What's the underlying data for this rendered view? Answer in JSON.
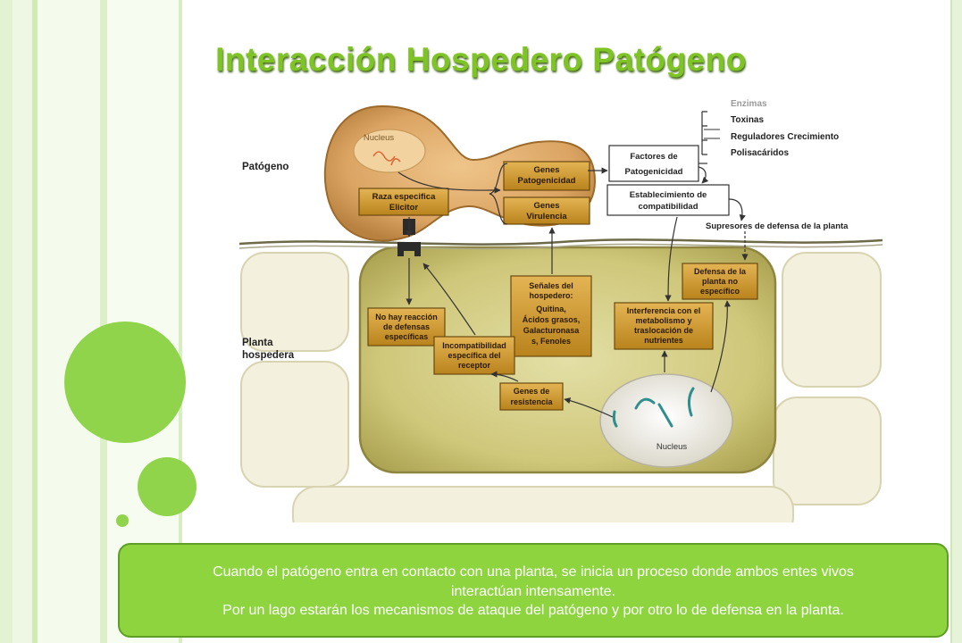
{
  "slide": {
    "title": "Interacción Hospedero Patógeno",
    "caption_lines": [
      "Cuando el patógeno entra en contacto con una planta, se inicia un proceso donde ambos entes vivos",
      "interactúan intensamente.",
      "Por un lago estarán los mecanismos de ataque del patógeno y por otro lo de defensa en la planta."
    ]
  },
  "diagram": {
    "left_labels": {
      "pathogen": "Patógeno",
      "host_line1": "Planta",
      "host_line2": "hospedera"
    },
    "nucleus_label": "Nucleus",
    "factor_list": [
      "Enzimas",
      "Toxinas",
      "Reguladores Crecimiento",
      "Polisacáridos"
    ],
    "boxes": {
      "pathogenicity_factors": [
        "Factores de",
        "Patogenicidad"
      ],
      "compatibility": [
        "Establecimiento de",
        "compatibilidad"
      ],
      "defense_suppressors": "Supresores de defensa de la planta",
      "genes_pathogenicity": [
        "Genes",
        "Patogenicidad"
      ],
      "genes_virulence": [
        "Genes",
        "Virulencia"
      ],
      "race_elicitor": [
        "Raza especifica",
        "Elicitor"
      ],
      "host_signals": [
        "Señales del",
        "hospedero:",
        "Quitina,",
        "Ácidos grasos,",
        "Galacturonasa",
        "s, Fenoles"
      ],
      "no_reaction": [
        "No hay reacción",
        "de defensas",
        "específicas"
      ],
      "incompatibility": [
        "Incompatibilidad",
        "específica del",
        "receptor"
      ],
      "resistance_genes": [
        "Genes de",
        "resistencia"
      ],
      "interference": [
        "Interferencia con el",
        "metabolismo y",
        "traslocación de",
        "nutrientes"
      ],
      "nonspecific_defense": [
        "Defensa de la",
        "planta no",
        "específico"
      ]
    }
  },
  "colors": {
    "accent_green": "#8ed43f",
    "title_green": "#7ec424",
    "box_gold": "#c8941e",
    "cell_fill": "#c9c26a"
  }
}
